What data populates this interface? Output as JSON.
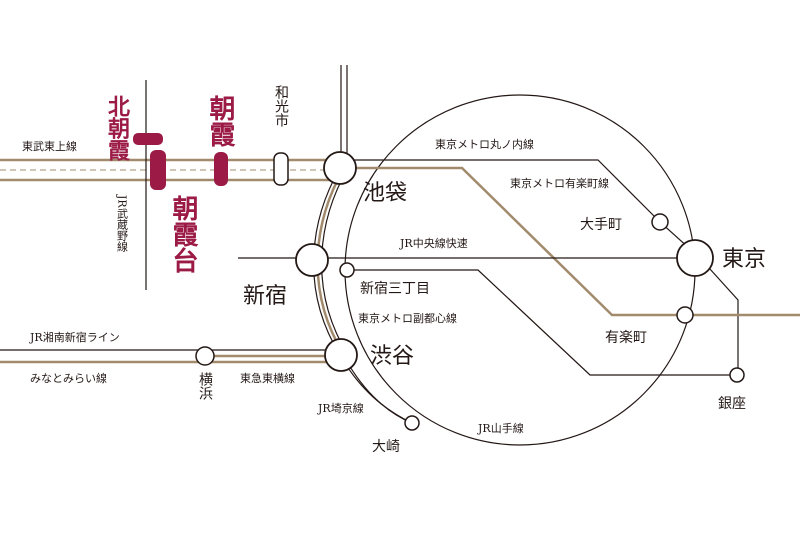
{
  "highlight_color": "#9b1a46",
  "line_color_brown": "#a28b6d",
  "line_color_dark": "#231815",
  "stations": {
    "kita_asaka": "北朝霞",
    "asaka": "朝霞",
    "asakadai": "朝霞台",
    "wako": "和光市",
    "ikebukuro": "池袋",
    "shinjuku": "新宿",
    "shinjuku_sanchome": "新宿三丁目",
    "shibuya": "渋谷",
    "osaki": "大崎",
    "tokyo": "東京",
    "otemachi": "大手町",
    "yurakucho": "有楽町",
    "ginza": "銀座",
    "yokohama": "横浜"
  },
  "lines": {
    "tobu_tojo": "東武東上線",
    "jr_musashino": "JR武蔵野線",
    "marunouchi": "東京メトロ丸ノ内線",
    "yurakucho_line": "東京メトロ有楽町線",
    "chuo_rapid": "JR中央線快速",
    "fukutoshin": "東京メトロ副都心線",
    "shonan_shinjuku": "JR湘南新宿ライン",
    "minatomirai": "みなとみらい線",
    "tokyu_toyoko": "東急東横線",
    "saikyo": "JR埼京線",
    "yamanote": "JR山手線"
  }
}
